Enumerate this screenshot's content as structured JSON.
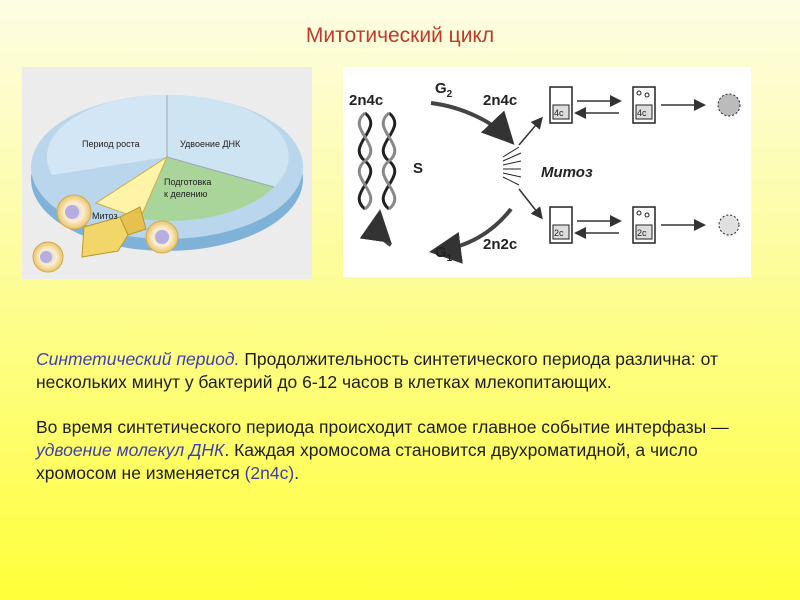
{
  "title": "Митотический цикл",
  "left_diagram": {
    "growth_label": "Период роста",
    "dna_label": "Удвоение ДНК",
    "prep_label_line1": "Подготовка",
    "prep_label_line2": "к делению",
    "mitosis_label": "Митоз"
  },
  "right_diagram": {
    "top_left_label": "2n4c",
    "g2_label": "G",
    "g2_sub": "2",
    "top_mid_label": "2n4c",
    "s_label": "S",
    "mitosis_label": "Митоз",
    "g1_label": "G",
    "g1_sub": "1",
    "bottom_mid_label": "2n2c",
    "box_4c": "4c",
    "box_2c": "2c"
  },
  "paragraph1": {
    "term": "Синтетический период.",
    "text": " Продолжительность синтетического периода различна: от нескольких минут у бактерий до 6-12 часов в клетках млекопитающих."
  },
  "paragraph2": {
    "text_before": "Во время синтетического периода происходит самое главное событие интерфазы — ",
    "highlight": "удвоение молекул ДНК",
    "text_middle": ". Каждая хромосома становится двухроматидной, а число хромосом не изменяется ",
    "formula": "(2n4c)",
    "text_end": "."
  }
}
